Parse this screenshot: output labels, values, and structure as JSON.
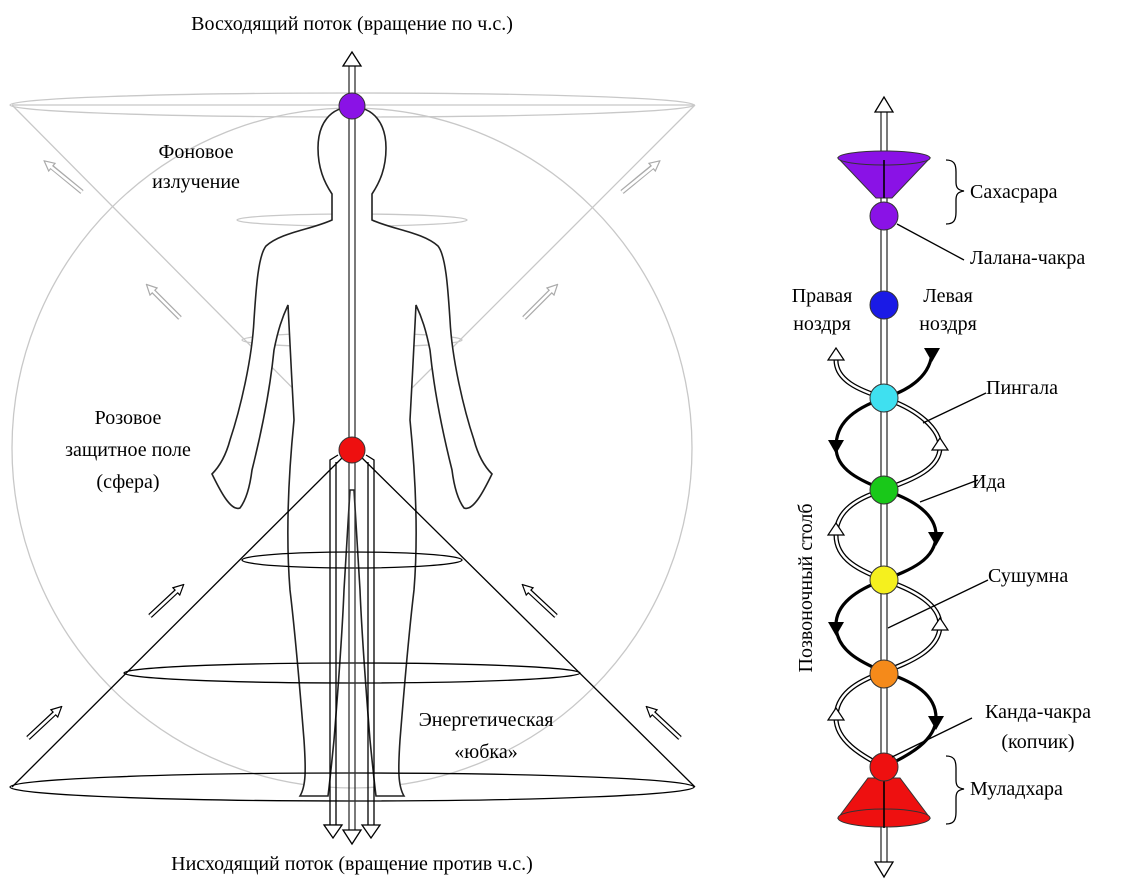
{
  "left": {
    "title_top": "Восходящий поток (вращение по ч.с.)",
    "title_bottom": "Нисходящий поток (вращение против ч.с.)",
    "background_radiation": [
      "Фоновое",
      "излучение"
    ],
    "pink_field": [
      "Розовое",
      "защитное поле",
      "(сфера)"
    ],
    "energy_skirt": [
      "Энергетическая",
      "«юбка»"
    ]
  },
  "right": {
    "sahasrara": "Сахасрара",
    "lalana": "Лалана-чакра",
    "right_nostril": [
      "Правая",
      "ноздря"
    ],
    "left_nostril": [
      "Левая",
      "ноздря"
    ],
    "pingala": "Пингала",
    "ida": "Ида",
    "sushumna": "Сушумна",
    "kanda": [
      "Канда-чакра",
      "(копчик)"
    ],
    "muladhara": "Муладхара",
    "spine": "Позвоночный столб"
  },
  "colors": {
    "violet": "#8a12e6",
    "blue": "#1a1ae6",
    "cyan": "#3fe0f0",
    "green": "#19c819",
    "yellow": "#f5f01e",
    "orange": "#f58a1a",
    "red": "#ee1010"
  }
}
